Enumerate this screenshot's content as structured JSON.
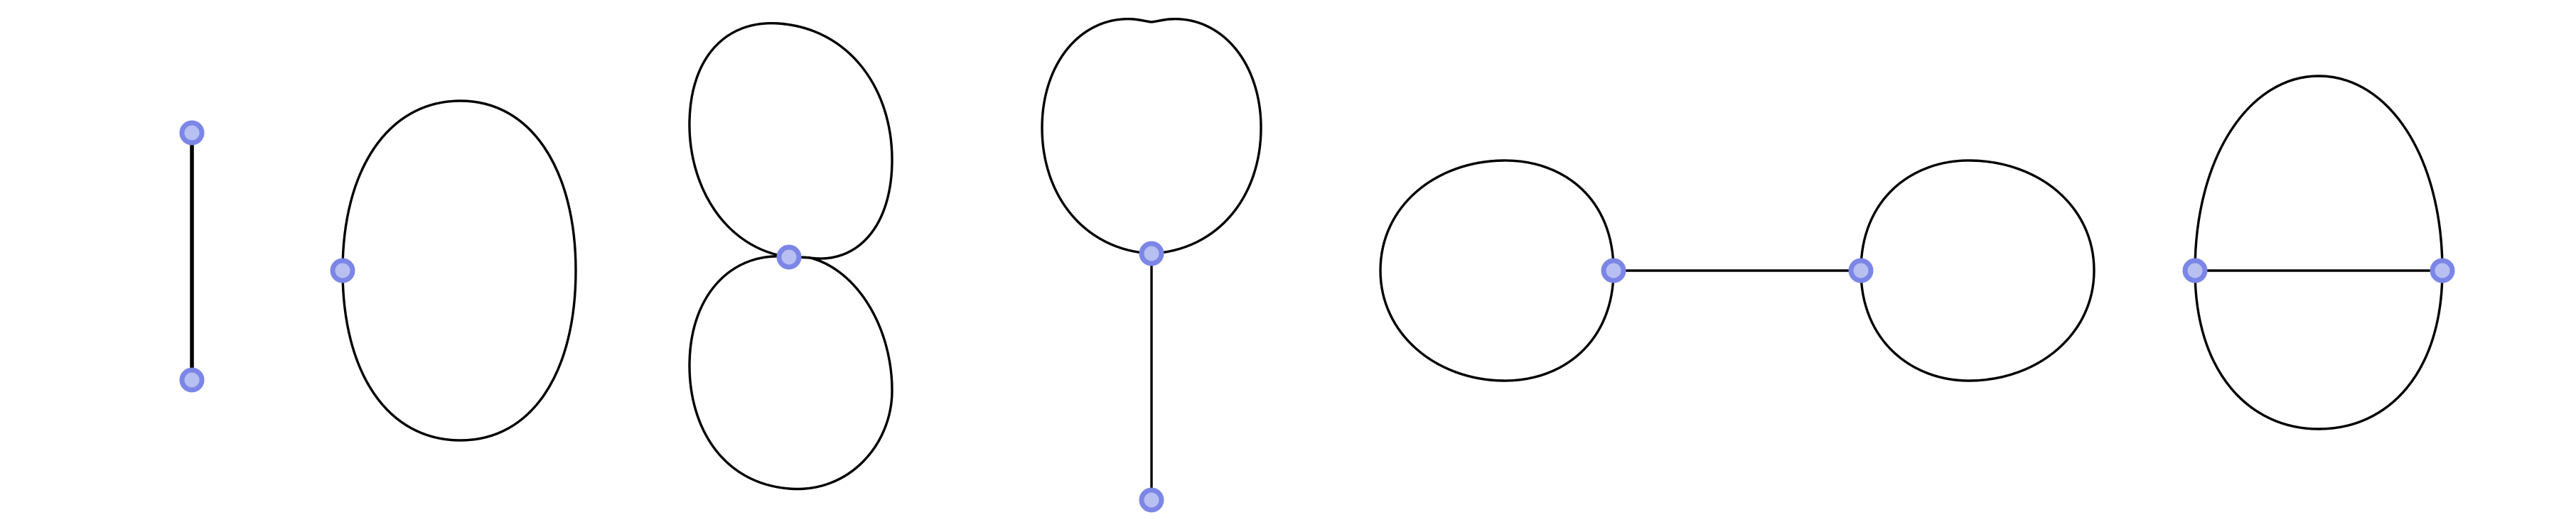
{
  "style": {
    "vertex_fill": "#b8c0f2",
    "vertex_ring": "#7b86e6",
    "edge_color": "#000000",
    "background": "#ffffff"
  },
  "graphs": [
    {
      "id": "segment",
      "vertices": 2,
      "edges": 1,
      "loops": 0
    },
    {
      "id": "single-loop",
      "vertices": 1,
      "edges": 1,
      "loops": 1
    },
    {
      "id": "figure-eight",
      "vertices": 1,
      "edges": 2,
      "loops": 2
    },
    {
      "id": "loop-with-pendant",
      "vertices": 2,
      "edges": 2,
      "loops": 1
    },
    {
      "id": "dumbbell",
      "vertices": 2,
      "edges": 3,
      "loops": 2
    },
    {
      "id": "theta",
      "vertices": 2,
      "edges": 3,
      "loops": 0
    }
  ]
}
